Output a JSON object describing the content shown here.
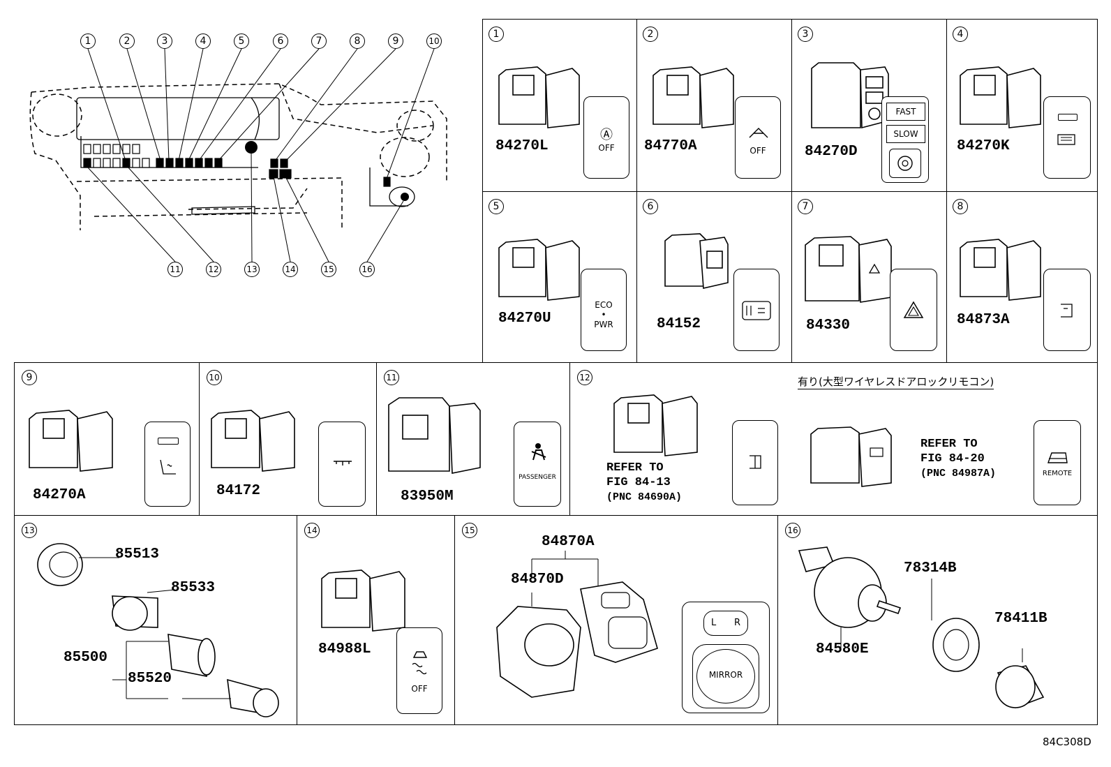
{
  "overview": {
    "top_callouts": [
      "1",
      "2",
      "3",
      "4",
      "5",
      "6",
      "7",
      "8",
      "9",
      "10"
    ],
    "bottom_callouts": [
      "11",
      "12",
      "13",
      "14",
      "15",
      "16"
    ]
  },
  "cells": [
    {
      "num": "1",
      "part": "84270L",
      "face": [
        "Ⓐ",
        "OFF"
      ]
    },
    {
      "num": "2",
      "part": "84770A",
      "face": [
        "OFF"
      ]
    },
    {
      "num": "3",
      "part": "84270D",
      "face": [
        "FAST",
        "SLOW"
      ]
    },
    {
      "num": "4",
      "part": "84270K",
      "face": []
    },
    {
      "num": "5",
      "part": "84270U",
      "face": [
        "ECO",
        "•",
        "PWR"
      ]
    },
    {
      "num": "6",
      "part": "84152",
      "face": []
    },
    {
      "num": "7",
      "part": "84330",
      "face": []
    },
    {
      "num": "8",
      "part": "84873A",
      "face": []
    },
    {
      "num": "9",
      "part": "84270A",
      "face": []
    },
    {
      "num": "10",
      "part": "84172",
      "face": []
    },
    {
      "num": "11",
      "part": "83950M",
      "face": [
        "PASSENGER"
      ]
    },
    {
      "num": "12",
      "refer_a": [
        "REFER TO",
        "FIG 84-13",
        "(PNC 84690A)"
      ],
      "refer_b": [
        "REFER TO",
        "FIG 84-20",
        "(PNC 84987A)"
      ],
      "jp_note": "有り(大型ワイヤレスドアロックリモコン)",
      "face": [
        "REMOTE"
      ]
    },
    {
      "num": "13",
      "parts": [
        "85513",
        "85533",
        "85500",
        "85520"
      ]
    },
    {
      "num": "14",
      "part": "84988L",
      "face": [
        "OFF"
      ]
    },
    {
      "num": "15",
      "parts": [
        "84870A",
        "84870D"
      ],
      "face": [
        "L",
        "R",
        "MIRROR"
      ]
    },
    {
      "num": "16",
      "parts": [
        "78314B",
        "84580E",
        "78411B"
      ]
    }
  ],
  "figure_id": "84C308D"
}
